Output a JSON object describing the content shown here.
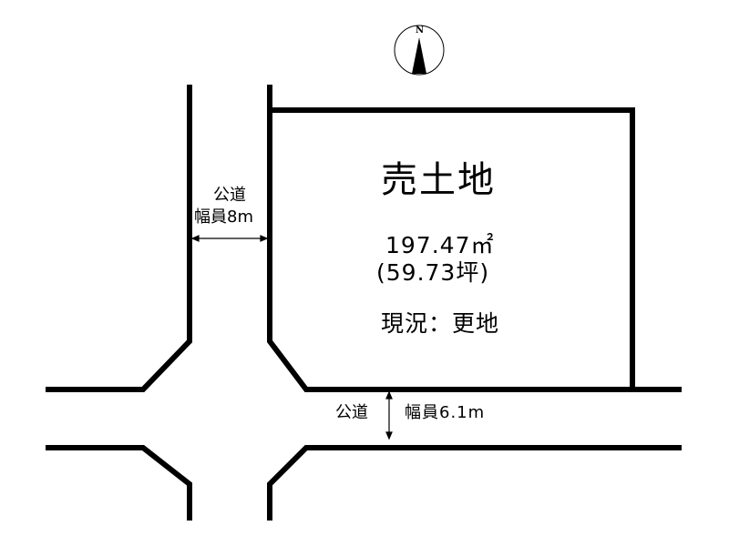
{
  "compass": {
    "label": "N",
    "icon": "north-arrow-icon"
  },
  "property": {
    "title": "売土地",
    "area_sqm": "197.47㎡",
    "area_tsubo": "(59.73坪)",
    "status": "現況：更地"
  },
  "roads": {
    "west": {
      "type": "公道",
      "width_label": "幅員8m"
    },
    "south": {
      "type": "公道",
      "width_label": "幅員6.1m"
    }
  },
  "colors": {
    "line": "#000000",
    "background": "#ffffff"
  }
}
